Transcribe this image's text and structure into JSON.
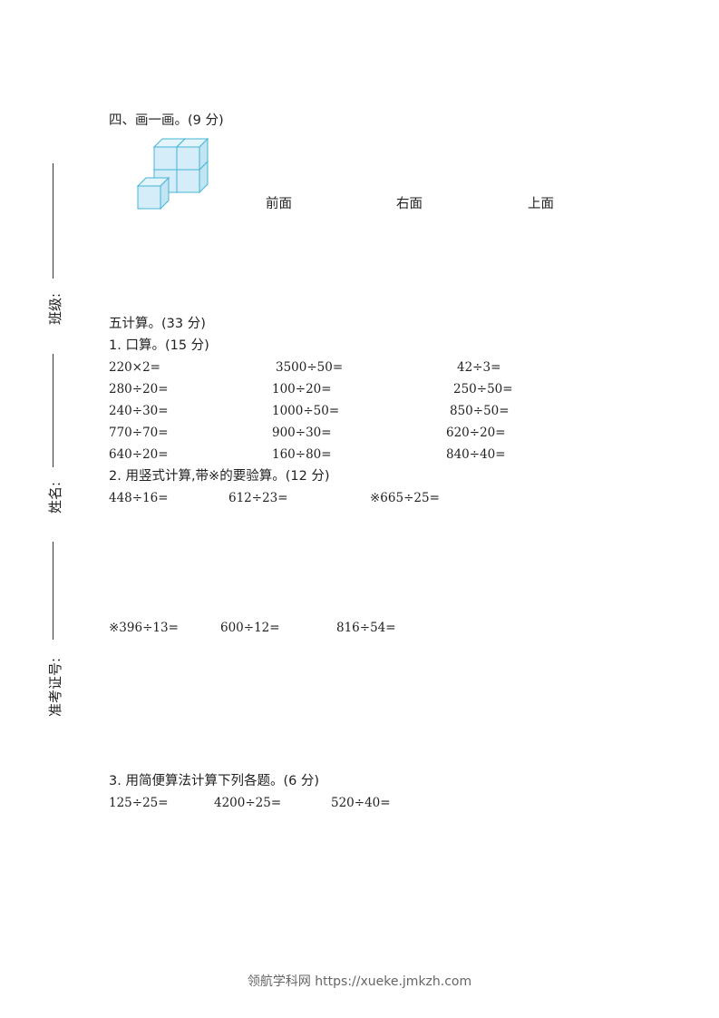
{
  "side": {
    "class_label": "班级:",
    "name_label": "姓名:",
    "exam_no_label": "准考证号:"
  },
  "s4": {
    "title": "四、画一画。(9 分)",
    "views": [
      "前面",
      "右面",
      "上面"
    ]
  },
  "s5": {
    "title": "五计算。(33 分)",
    "q1": {
      "title": "1. 口算。(15 分)",
      "rows": [
        [
          "220×2=",
          "3500÷50=",
          "42÷3="
        ],
        [
          "280÷20=",
          "100÷20=",
          "250÷50="
        ],
        [
          "240÷30=",
          "1000÷50=",
          "850÷50="
        ],
        [
          "770÷70=",
          "900÷30=",
          "620÷20="
        ],
        [
          "640÷20=",
          "160÷80=",
          "840÷40="
        ]
      ]
    },
    "q2": {
      "title": "2. 用竖式计算,带※的要验算。(12 分)",
      "row1": [
        "448÷16=",
        "612÷23=",
        "※665÷25="
      ],
      "row2": [
        "※396÷13=",
        "600÷12=",
        "816÷54="
      ]
    },
    "q3": {
      "title": "3. 用简便算法计算下列各题。(6 分)",
      "row": [
        "125÷25=",
        "4200÷25=",
        "520÷40="
      ]
    }
  },
  "footer": "领航学科网 https://xueke.jmkzh.com"
}
